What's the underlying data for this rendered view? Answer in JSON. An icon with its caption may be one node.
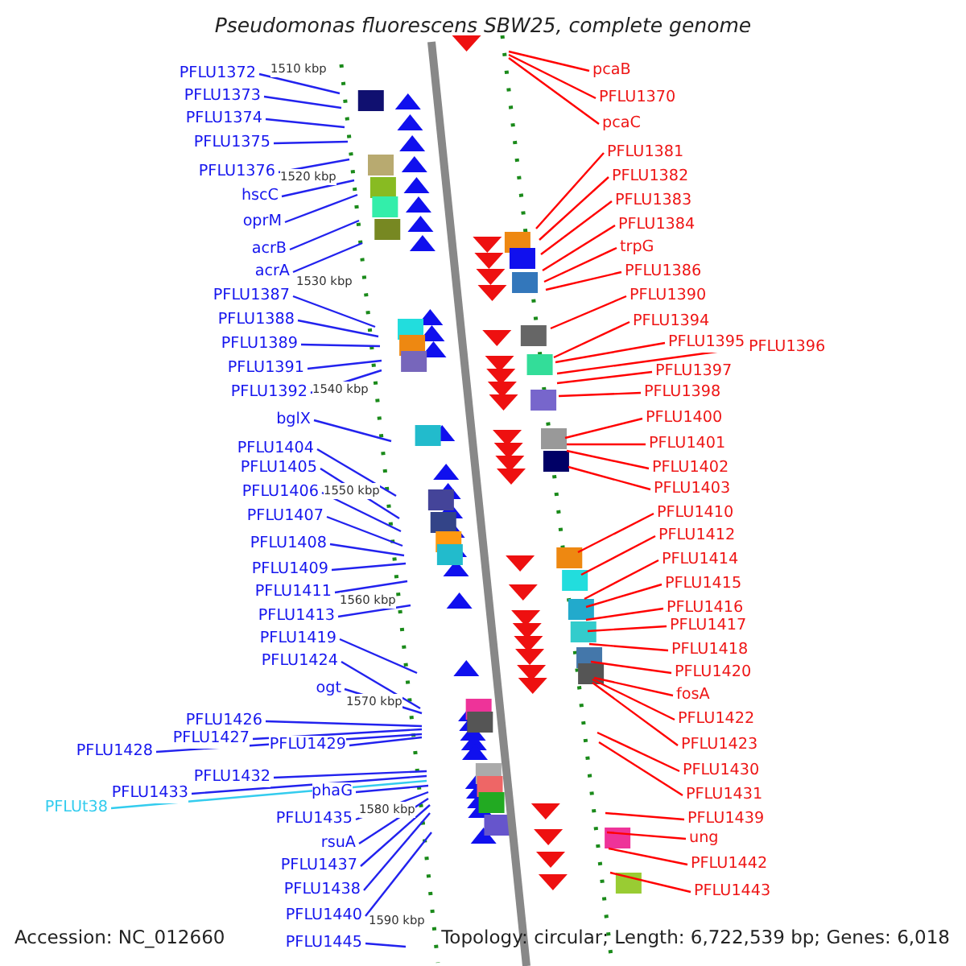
{
  "diagram": {
    "title": "Pseudomonas fluorescens SBW25, complete genome",
    "nodes": [
      {
        "text": [
          "PFLU1372"
        ]
      },
      {
        "text": [
          "PFLU1373"
        ]
      },
      {
        "text": [
          "PFLU1374"
        ]
      },
      {
        "text": [
          "PFLU1375"
        ]
      },
      {
        "text": [
          "PFLU1376"
        ]
      },
      {
        "text": [
          "hscC"
        ]
      },
      {
        "text": [
          "oprM"
        ]
      },
      {
        "text": [
          "acrB"
        ]
      },
      {
        "text": [
          "acrA"
        ]
      },
      {
        "text": [
          "PFLU1387"
        ]
      },
      {
        "text": [
          "PFLU1388"
        ]
      },
      {
        "text": [
          "PFLU1389"
        ]
      },
      {
        "text": [
          "PFLU1391"
        ]
      },
      {
        "text": [
          "PFLU1392"
        ]
      },
      {
        "text": [
          "bglX"
        ]
      },
      {
        "text": [
          "PFLU1404"
        ]
      },
      {
        "text": [
          "PFLU1405"
        ]
      },
      {
        "text": [
          "PFLU1406"
        ]
      },
      {
        "text": [
          "PFLU1407"
        ]
      },
      {
        "text": [
          "PFLU1408"
        ]
      },
      {
        "text": [
          "PFLU1409"
        ]
      },
      {
        "text": [
          "PFLU1411"
        ]
      },
      {
        "text": [
          "PFLU1413"
        ]
      },
      {
        "text": [
          "PFLU1419"
        ]
      },
      {
        "text": [
          "PFLU1424"
        ]
      },
      {
        "text": [
          "ogt"
        ]
      },
      {
        "text": [
          "PFLU1426"
        ]
      },
      {
        "text": [
          "PFLU1427"
        ]
      },
      {
        "text": [
          "PFLU1428"
        ]
      },
      {
        "text": [
          "PFLU1429"
        ]
      },
      {
        "text": [
          "PFLU1432"
        ]
      },
      {
        "text": [
          "PFLU1433"
        ]
      },
      {
        "text": [
          "PFLUt38"
        ]
      },
      {
        "text": [
          "phaG"
        ]
      },
      {
        "text": [
          "PFLU1435"
        ]
      },
      {
        "text": [
          "rsuA"
        ]
      },
      {
        "text": [
          "PFLU1437"
        ]
      },
      {
        "text": [
          "PFLU1438"
        ]
      },
      {
        "text": [
          "PFLU1440"
        ]
      },
      {
        "text": [
          "PFLU1445"
        ]
      },
      {
        "text": [
          "pcaB"
        ]
      },
      {
        "text": [
          "PFLU1370"
        ]
      },
      {
        "text": [
          "pcaC"
        ]
      },
      {
        "text": [
          "PFLU1381"
        ]
      },
      {
        "text": [
          "PFLU1382"
        ]
      },
      {
        "text": [
          "PFLU1383"
        ]
      },
      {
        "text": [
          "PFLU1384"
        ]
      },
      {
        "text": [
          "trpG"
        ]
      },
      {
        "text": [
          "PFLU1386"
        ]
      },
      {
        "text": [
          "PFLU1390"
        ]
      },
      {
        "text": [
          "PFLU1394"
        ]
      },
      {
        "text": [
          "PFLU1395"
        ]
      },
      {
        "text": [
          "PFLU1396"
        ]
      },
      {
        "text": [
          "PFLU1397"
        ]
      },
      {
        "text": [
          "PFLU1398"
        ]
      },
      {
        "text": [
          "PFLU1400"
        ]
      },
      {
        "text": [
          "PFLU1401"
        ]
      },
      {
        "text": [
          "PFLU1402"
        ]
      },
      {
        "text": [
          "PFLU1403"
        ]
      },
      {
        "text": [
          "PFLU1410"
        ]
      },
      {
        "text": [
          "PFLU1412"
        ]
      },
      {
        "text": [
          "PFLU1414"
        ]
      },
      {
        "text": [
          "PFLU1415"
        ]
      },
      {
        "text": [
          "PFLU1416"
        ]
      },
      {
        "text": [
          "PFLU1417"
        ]
      },
      {
        "text": [
          "PFLU1418"
        ]
      },
      {
        "text": [
          "PFLU1420"
        ]
      },
      {
        "text": [
          "fosA"
        ]
      },
      {
        "text": [
          "PFLU1422"
        ]
      },
      {
        "text": [
          "PFLU1423"
        ]
      },
      {
        "text": [
          "PFLU1430"
        ]
      },
      {
        "text": [
          "PFLU1431"
        ]
      },
      {
        "text": [
          "PFLU1439"
        ]
      },
      {
        "text": [
          "ung"
        ]
      },
      {
        "text": [
          "PFLU1442"
        ]
      },
      {
        "text": [
          "PFLU1443"
        ]
      }
    ],
    "edges": [
      {
        "from": 0,
        "to": null,
        "arrow": "none"
      },
      {
        "from": 1,
        "to": null,
        "arrow": "none"
      },
      {
        "from": 2,
        "to": null,
        "arrow": "none"
      },
      {
        "from": 3,
        "to": null,
        "arrow": "none"
      },
      {
        "from": 4,
        "to": null,
        "arrow": "none"
      },
      {
        "from": 5,
        "to": null,
        "arrow": "none"
      },
      {
        "from": 6,
        "to": null,
        "arrow": "none"
      },
      {
        "from": 7,
        "to": null,
        "arrow": "none"
      },
      {
        "from": 8,
        "to": null,
        "arrow": "none"
      },
      {
        "from": 9,
        "to": null,
        "arrow": "none"
      },
      {
        "from": 10,
        "to": null,
        "arrow": "none"
      },
      {
        "from": 11,
        "to": null,
        "arrow": "none"
      },
      {
        "from": 12,
        "to": null,
        "arrow": "none"
      },
      {
        "from": 13,
        "to": null,
        "arrow": "none"
      },
      {
        "from": 14,
        "to": null,
        "arrow": "none"
      },
      {
        "from": 15,
        "to": null,
        "arrow": "none"
      },
      {
        "from": 16,
        "to": null,
        "arrow": "none"
      },
      {
        "from": 17,
        "to": null,
        "arrow": "none"
      },
      {
        "from": 18,
        "to": null,
        "arrow": "none"
      },
      {
        "from": 19,
        "to": null,
        "arrow": "none"
      },
      {
        "from": 20,
        "to": null,
        "arrow": "none"
      },
      {
        "from": 21,
        "to": null,
        "arrow": "none"
      },
      {
        "from": 22,
        "to": null,
        "arrow": "none"
      },
      {
        "from": 23,
        "to": null,
        "arrow": "none"
      },
      {
        "from": 24,
        "to": null,
        "arrow": "none"
      },
      {
        "from": 25,
        "to": null,
        "arrow": "none"
      },
      {
        "from": 26,
        "to": null,
        "arrow": "none"
      },
      {
        "from": 27,
        "to": null,
        "arrow": "none"
      },
      {
        "from": 28,
        "to": null,
        "arrow": "none"
      },
      {
        "from": 29,
        "to": null,
        "arrow": "none"
      },
      {
        "from": 30,
        "to": null,
        "arrow": "none"
      },
      {
        "from": 31,
        "to": null,
        "arrow": "none"
      },
      {
        "from": 32,
        "to": null,
        "arrow": "none",
        "color": "#33ccee"
      },
      {
        "from": 33,
        "to": null,
        "arrow": "none"
      },
      {
        "from": 34,
        "to": null,
        "arrow": "none"
      },
      {
        "from": 35,
        "to": null,
        "arrow": "none"
      },
      {
        "from": 36,
        "to": null,
        "arrow": "none"
      },
      {
        "from": 37,
        "to": null,
        "arrow": "none"
      },
      {
        "from": 38,
        "to": null,
        "arrow": "none"
      },
      {
        "from": 39,
        "to": null,
        "arrow": "none"
      },
      {
        "from": 40,
        "to": null,
        "arrow": "none",
        "color": "#ff0000"
      },
      {
        "from": 41,
        "to": null,
        "arrow": "none",
        "color": "#ff0000"
      },
      {
        "from": 42,
        "to": null,
        "arrow": "none",
        "color": "#ff0000"
      },
      {
        "from": 43,
        "to": null,
        "arrow": "none",
        "color": "#ff0000"
      },
      {
        "from": 44,
        "to": null,
        "arrow": "none",
        "color": "#ff0000"
      },
      {
        "from": 45,
        "to": null,
        "arrow": "none",
        "color": "#ff0000"
      },
      {
        "from": 46,
        "to": null,
        "arrow": "none",
        "color": "#ff0000"
      },
      {
        "from": 47,
        "to": null,
        "arrow": "none",
        "color": "#ff0000"
      },
      {
        "from": 48,
        "to": null,
        "arrow": "none",
        "color": "#ff0000"
      },
      {
        "from": 49,
        "to": null,
        "arrow": "none",
        "color": "#ff0000"
      },
      {
        "from": 50,
        "to": null,
        "arrow": "none",
        "color": "#ff0000"
      },
      {
        "from": 51,
        "to": null,
        "arrow": "none",
        "color": "#ff0000"
      },
      {
        "from": 52,
        "to": null,
        "arrow": "none",
        "color": "#ff0000"
      },
      {
        "from": 53,
        "to": null,
        "arrow": "none",
        "color": "#ff0000"
      },
      {
        "from": 54,
        "to": null,
        "arrow": "none",
        "color": "#ff0000"
      },
      {
        "from": 55,
        "to": null,
        "arrow": "none",
        "color": "#ff0000"
      },
      {
        "from": 56,
        "to": null,
        "arrow": "none",
        "color": "#ff0000"
      },
      {
        "from": 57,
        "to": null,
        "arrow": "none",
        "color": "#ff0000"
      },
      {
        "from": 58,
        "to": null,
        "arrow": "none",
        "color": "#ff0000"
      },
      {
        "from": 59,
        "to": null,
        "arrow": "none",
        "color": "#ff0000"
      },
      {
        "from": 60,
        "to": null,
        "arrow": "none",
        "color": "#ff0000"
      },
      {
        "from": 61,
        "to": null,
        "arrow": "none",
        "color": "#ff0000"
      },
      {
        "from": 62,
        "to": null,
        "arrow": "none",
        "color": "#ff0000"
      },
      {
        "from": 63,
        "to": null,
        "arrow": "none",
        "color": "#ff0000"
      },
      {
        "from": 64,
        "to": null,
        "arrow": "none",
        "color": "#ff0000"
      },
      {
        "from": 65,
        "to": null,
        "arrow": "none",
        "color": "#ff0000"
      },
      {
        "from": 66,
        "to": null,
        "arrow": "none",
        "color": "#ff0000"
      },
      {
        "from": 67,
        "to": null,
        "arrow": "none",
        "color": "#ff0000"
      },
      {
        "from": 68,
        "to": null,
        "arrow": "none",
        "color": "#ff0000"
      },
      {
        "from": 69,
        "to": null,
        "arrow": "none",
        "color": "#ff0000"
      },
      {
        "from": 70,
        "to": null,
        "arrow": "none",
        "color": "#ff0000"
      },
      {
        "from": 71,
        "to": null,
        "arrow": "none",
        "color": "#ff0000"
      },
      {
        "from": 72,
        "to": null,
        "arrow": "none",
        "color": "#ff0000"
      },
      {
        "from": 73,
        "to": null,
        "arrow": "none",
        "color": "#ff0000"
      },
      {
        "from": 74,
        "to": null,
        "arrow": "none",
        "color": "#ff0000"
      },
      {
        "from": 75,
        "to": null,
        "arrow": "none",
        "color": "#ff0000"
      }
    ],
    "labels": [
      "1510 kbp",
      "1520 kbp",
      "1530 kbp",
      "1540 kbp",
      "1550 kbp",
      "1560 kbp",
      "1570 kbp",
      "1580 kbp",
      "1590 kbp",
      "Accession: NC_012660",
      "Topology: circular; Length: 6,722,539 bp; Genes: 6,018"
    ]
  }
}
